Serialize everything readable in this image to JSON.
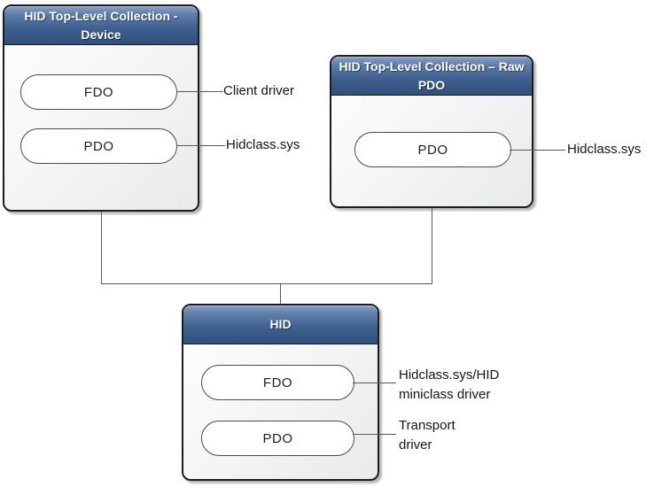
{
  "diagram": {
    "nodes": [
      {
        "id": "hid-tlc-device",
        "title": "HID Top-Level Collection -\nDevice",
        "pills": [
          {
            "label": "FDO",
            "annotation": "Client driver"
          },
          {
            "label": "PDO",
            "annotation": "Hidclass.sys"
          }
        ]
      },
      {
        "id": "hid-tlc-raw-pdo",
        "title": "HID Top-Level Collection – Raw\nPDO",
        "pills": [
          {
            "label": "PDO",
            "annotation": "Hidclass.sys"
          }
        ]
      },
      {
        "id": "hid",
        "title": "HID",
        "pills": [
          {
            "label": "FDO",
            "annotation": "Hidclass.sys/HID\nminiclass driver"
          },
          {
            "label": "PDO",
            "annotation": "Transport\ndriver"
          }
        ]
      }
    ],
    "colors": {
      "header_gradient_top": "#8aa2c6",
      "header_gradient_bottom": "#30507c",
      "node_border": "#1c1c1c",
      "body_gradient_top": "#ffffff",
      "body_gradient_bottom": "#e9eaeb",
      "pill_fill": "#ffffff",
      "pill_border": "#4a4a4a",
      "line": "#595959",
      "title_text": "#ffffff",
      "annotation_text": "#141414"
    }
  }
}
